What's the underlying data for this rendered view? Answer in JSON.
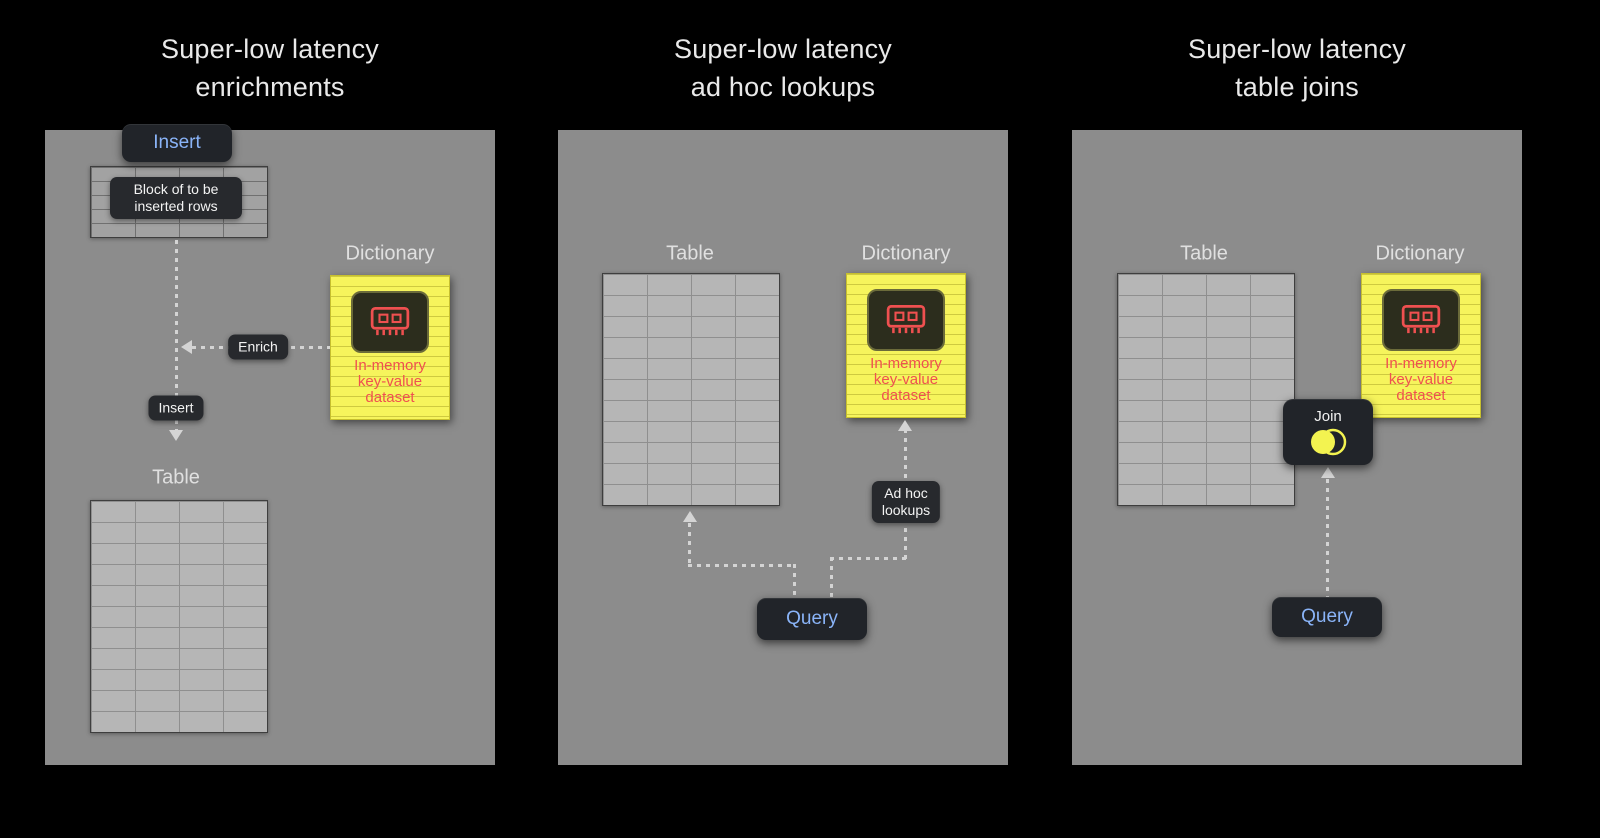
{
  "panels": {
    "enrichments": {
      "title": "Super-low latency\nenrichments",
      "insert_button": "Insert",
      "block_label": "Block of to be\ninserted rows",
      "enrich_label": "Enrich",
      "insert_label": "Insert",
      "table_label": "Table",
      "dictionary_label": "Dictionary",
      "dictionary_caption": "In-memory\nkey-value\ndataset"
    },
    "adhoc": {
      "title": "Super-low latency\nad hoc lookups",
      "table_label": "Table",
      "dictionary_label": "Dictionary",
      "dictionary_caption": "In-memory\nkey-value\ndataset",
      "adhoc_label": "Ad hoc\nlookups",
      "query_button": "Query"
    },
    "joins": {
      "title": "Super-low latency\ntable joins",
      "table_label": "Table",
      "dictionary_label": "Dictionary",
      "dictionary_caption": "In-memory\nkey-value\ndataset",
      "join_label": "Join",
      "query_button": "Query"
    }
  },
  "icons": {
    "memory_chip": "memory-chip-icon",
    "join_venn": "join-venn-icon"
  },
  "colors": {
    "background": "#000000",
    "panel_gray": "#8c8c8c",
    "dictionary_yellow": "#f6f45c",
    "chip_red": "#ef5050",
    "button_blue_text": "#8ab4f8",
    "dark_button": "#212429",
    "arrow_gray": "#d4d4d4"
  }
}
